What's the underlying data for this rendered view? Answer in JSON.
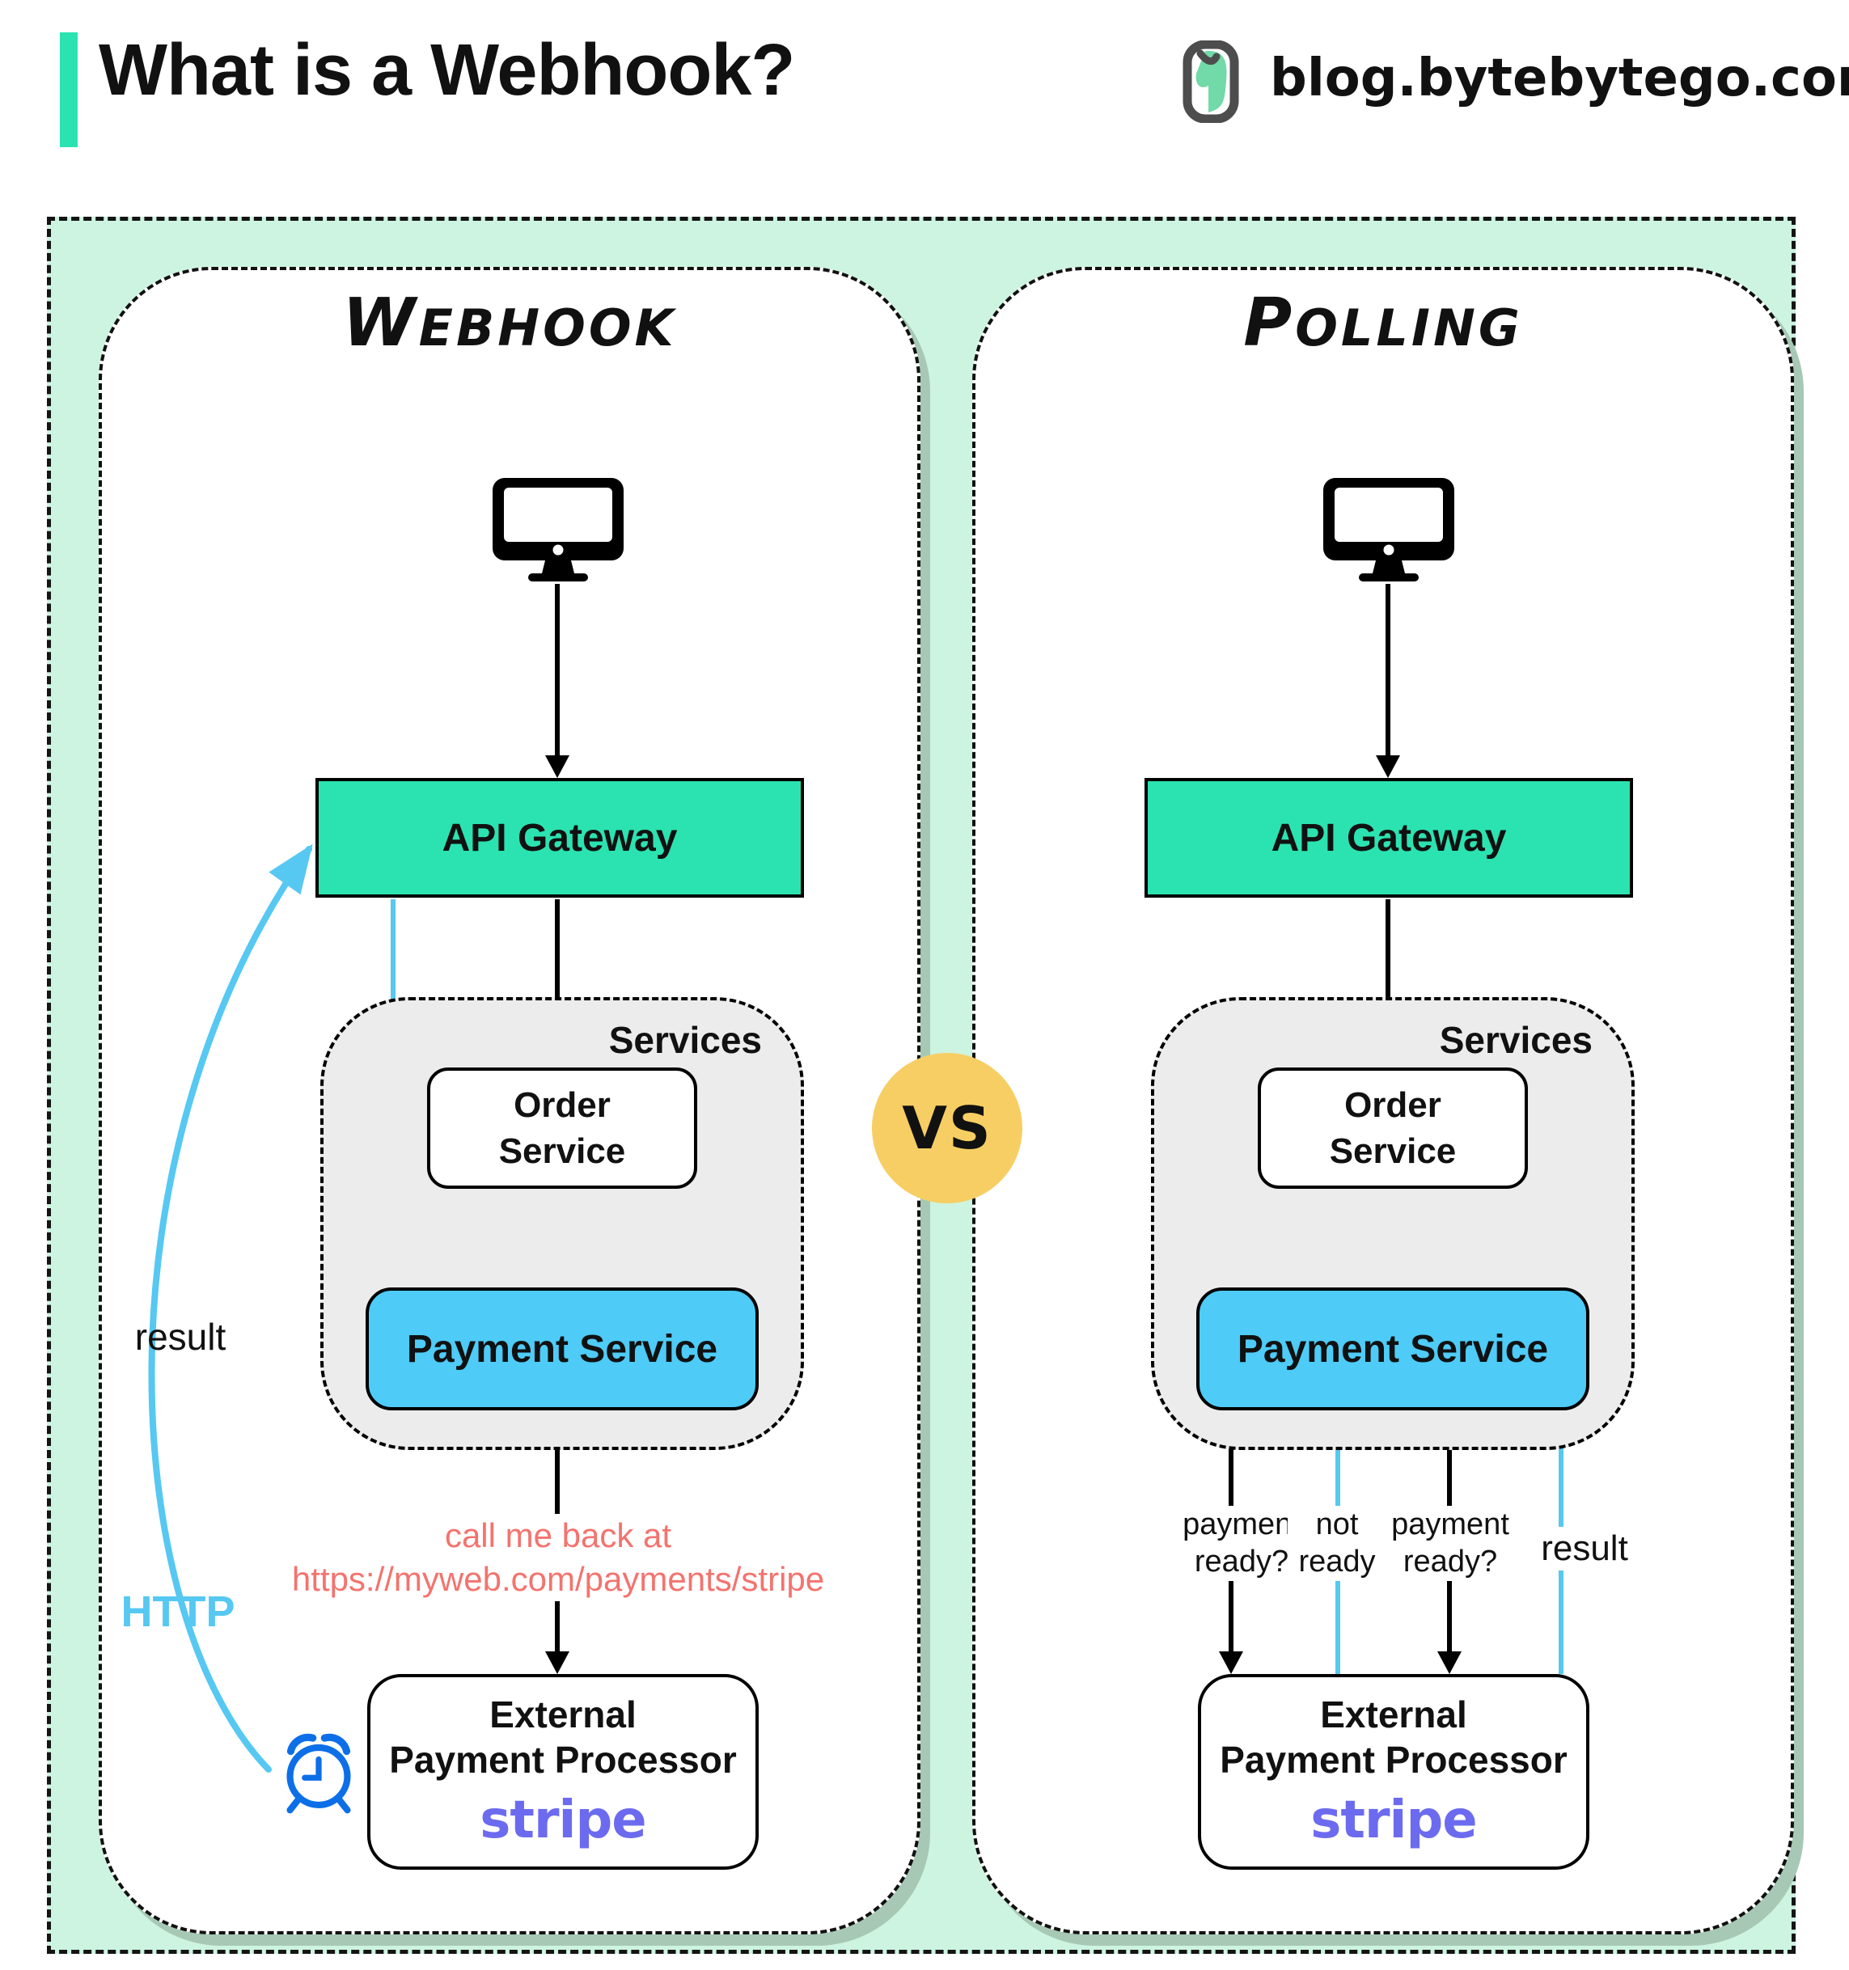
{
  "header": {
    "title": "What is a Webhook?",
    "site": "blog.bytebytego.com"
  },
  "vs_label": "VS",
  "webhook": {
    "title": "Webhook",
    "api_gateway": "API Gateway",
    "services": "Services",
    "order_line1": "Order",
    "order_line2": "Service",
    "payment": "Payment Service",
    "callback_line1": "call me back at",
    "callback_line2": "https://myweb.com/payments/stripe",
    "external_line1": "External",
    "external_line2": "Payment Processor",
    "stripe": "stripe",
    "result": "result",
    "http": "HTTP"
  },
  "polling": {
    "title": "Polling",
    "api_gateway": "API Gateway",
    "services": "Services",
    "order_line1": "Order",
    "order_line2": "Service",
    "payment": "Payment Service",
    "external_line1": "External",
    "external_line2": "Payment Processor",
    "stripe": "stripe",
    "arrow_labels": {
      "q1_line1": "payment",
      "q1_line2": "ready?",
      "a1_line1": "not",
      "a1_line2": "ready",
      "q2_line1": "payment",
      "q2_line2": "ready?",
      "result": "result"
    }
  },
  "colors": {
    "teal": "#2be3b0",
    "mint": "#cdf4e0",
    "blue": "#4ecbf7",
    "lightblue": "#56c8f2",
    "salmon": "#f4736e",
    "purple": "#6c6bef",
    "yellow": "#f7ce63",
    "gray": "#ececec",
    "clockblue": "#0d6fe8",
    "ink": "#111111",
    "shadow": "#a6c8b5"
  }
}
